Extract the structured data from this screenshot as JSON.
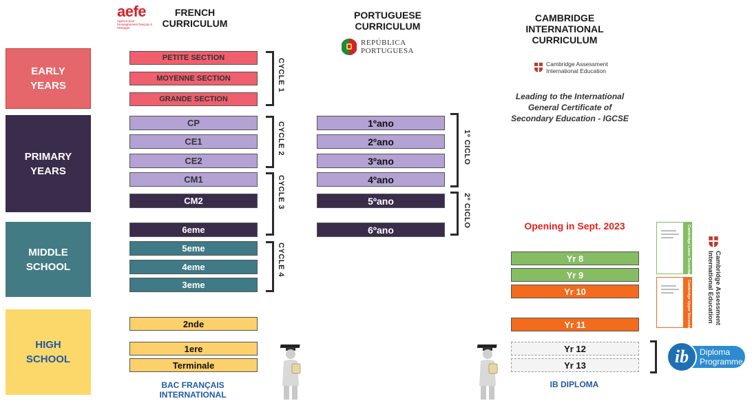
{
  "headers": {
    "french": "FRENCH\nCURRICULUM",
    "portuguese": "PORTUGUESE\nCURRICULUM",
    "cambridge": "CAMBRIDGE\nINTERNATIONAL\nCURRICULUM"
  },
  "logos": {
    "aefe": "aefe",
    "aefe_sub": "Agence pour l'enseignement français à l'étranger",
    "republica": "REPÚBLICA\nPORTUGUESA",
    "cambridge_assessment": "Cambridge Assessment\nInternational Education",
    "cambridge_assessment_side": "Cambridge Assessment\nInternational Education",
    "ib_diploma": "Diploma\nProgramme"
  },
  "stages": [
    {
      "label": "EARLY\nYEARS",
      "color": "#e5666b"
    },
    {
      "label": "PRIMARY\nYEARS",
      "color": "#3a2c4b"
    },
    {
      "label": "MIDDLE\nSCHOOL",
      "color": "#437b85"
    },
    {
      "label": "HIGH\nSCHOOL",
      "color": "#fcd86a"
    }
  ],
  "french_grades": {
    "ps": "PETITE SECTION",
    "ms": "MOYENNE SECTION",
    "gs": "GRANDE SECTION",
    "cp": "CP",
    "ce1": "CE1",
    "ce2": "CE2",
    "cm1": "CM1",
    "cm2": "CM2",
    "e6": "6eme",
    "e5": "5eme",
    "e4": "4eme",
    "e3": "3eme",
    "seconde": "2nde",
    "premiere": "1ere",
    "terminale": "Terminale"
  },
  "french_cycles": {
    "c1": "CYCLE 1",
    "c2": "CYCLE   2",
    "c3": "CYCLE 3",
    "c4": "CYCLE 4"
  },
  "portuguese_grades": [
    "1ºano",
    "2ºano",
    "3ºano",
    "4ºano",
    "5ºano",
    "6ºano"
  ],
  "portuguese_cycles": {
    "c1": "1º CICLO",
    "c2": "2º CICLO"
  },
  "cambridge_note": "Leading to the International\nGeneral Certificate of\nSecondary Education - IGCSE",
  "opening_note": "Opening in Sept. 2023",
  "cambridge_grades": {
    "yr8": "Yr 8",
    "yr9": "Yr 9",
    "yr10": "Yr 10",
    "yr11": "Yr 11",
    "yr12": "Yr 12",
    "yr13": "Yr 13"
  },
  "cambridge_side": {
    "lower": "Cambridge Lower Secondary",
    "upper": "Cambridge Upper Secondary"
  },
  "captions": {
    "bac": "BAC FRANÇAIS\nINTERNATIONAL",
    "ib": "IB DIPLOMA"
  },
  "colors": {
    "early": "#e5666b",
    "primary": "#3a2c4b",
    "middle": "#437b85",
    "high": "#fcd86a",
    "opening_red": "#e0221b",
    "ib_blue": "#2e8bd0",
    "green": "#86bd63",
    "orange": "#f36b1c"
  }
}
